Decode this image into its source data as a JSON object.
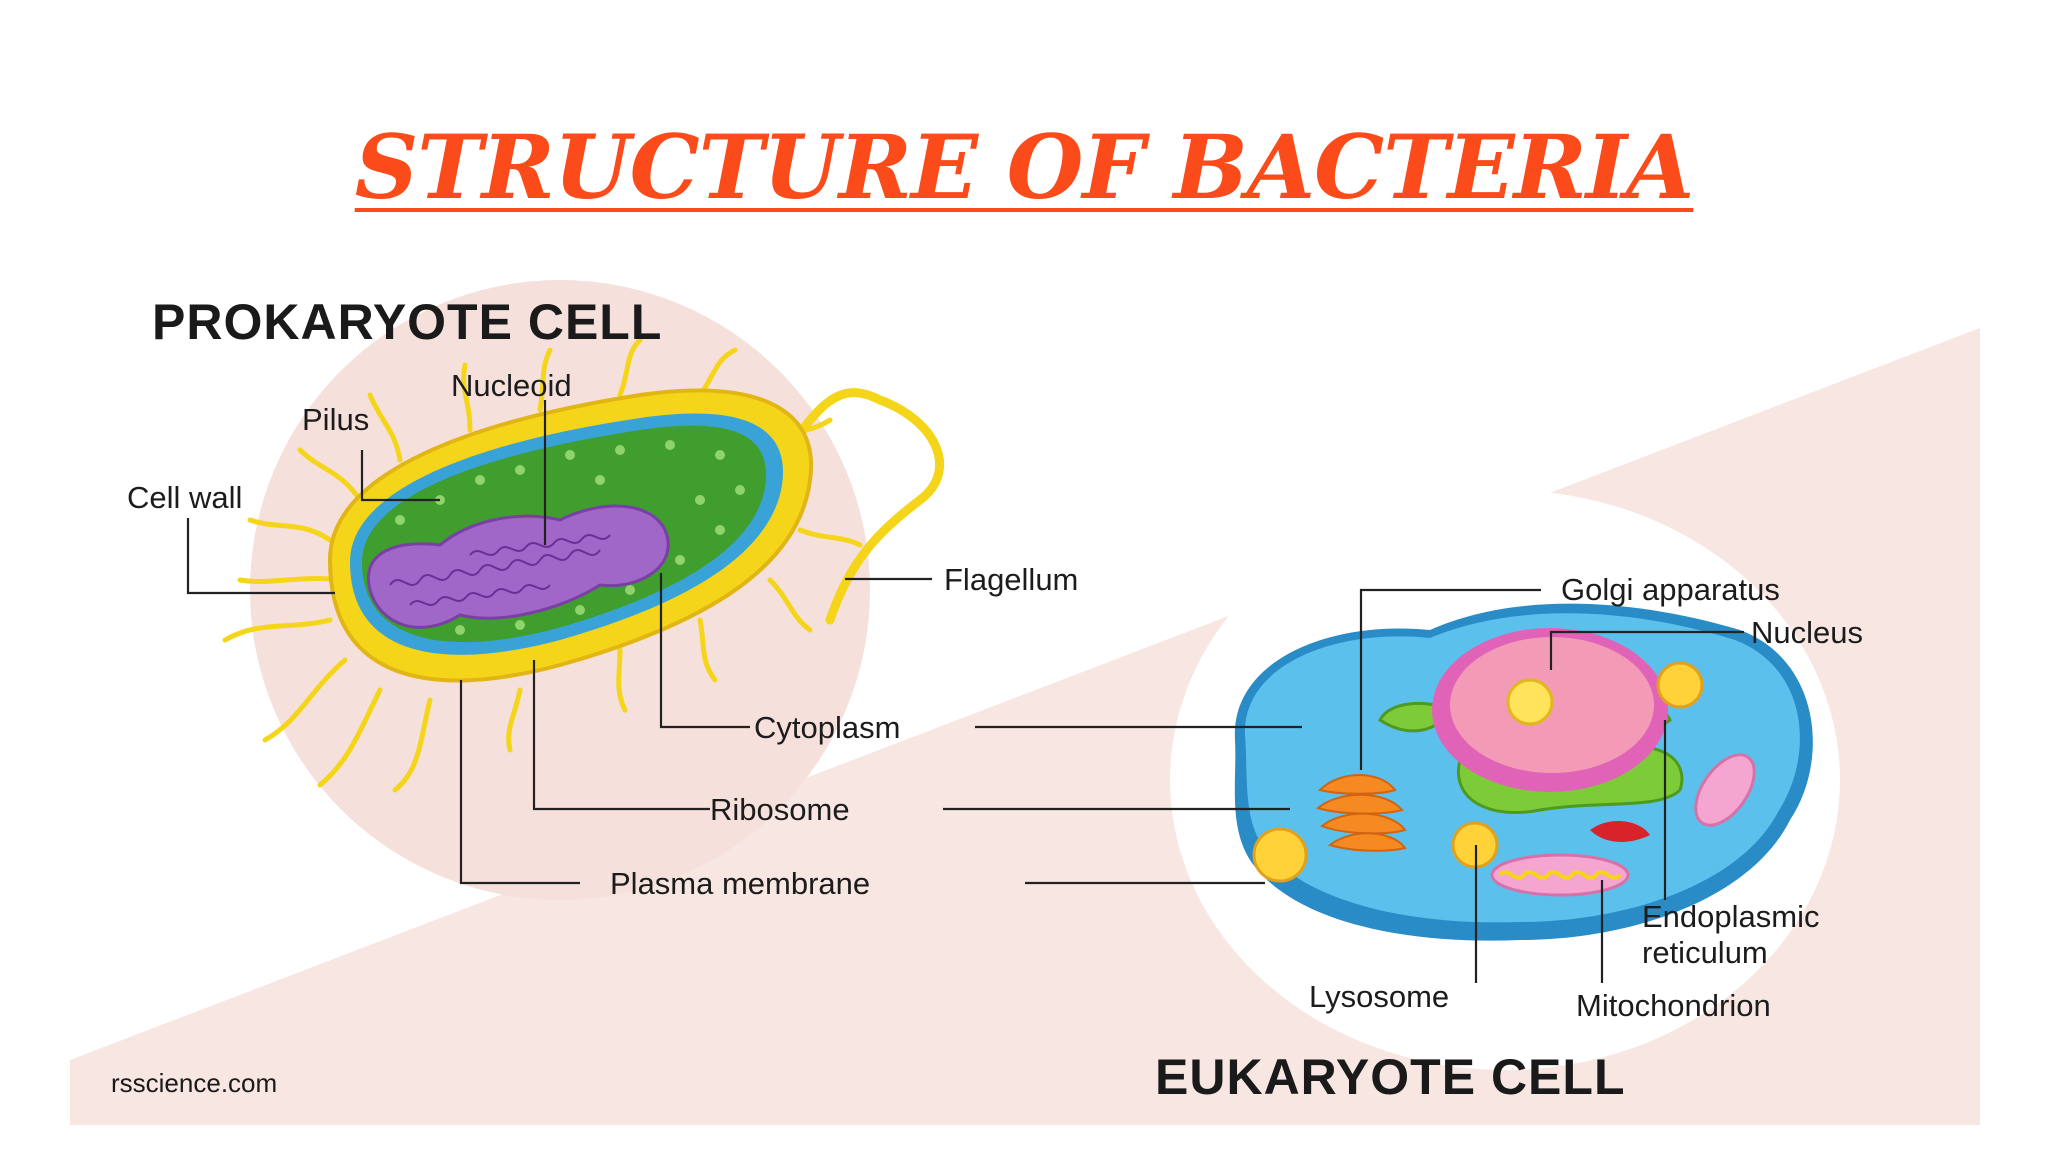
{
  "title": "STRUCTURE OF BACTERIA",
  "prokaryote": {
    "heading": "PROKARYOTE CELL",
    "labels": {
      "nucleoid": "Nucleoid",
      "pilus": "Pilus",
      "cell_wall": "Cell wall",
      "flagellum": "Flagellum",
      "cytoplasm": "Cytoplasm",
      "ribosome": "Ribosome",
      "plasma_membrane": "Plasma membrane"
    }
  },
  "eukaryote": {
    "heading": "EUKARYOTE CELL",
    "labels": {
      "golgi": "Golgi apparatus",
      "nucleus": "Nucleus",
      "er_line1": "Endoplasmic",
      "er_line2": "reticulum",
      "lysosome": "Lysosome",
      "mitochondrion": "Mitochondrion"
    }
  },
  "credit": "rsscience.com",
  "colors": {
    "title": "#fb4b1a",
    "cell_wall": "#f5d51a",
    "cytoplasm": "#3d9c2f",
    "nucleoid": "#9a5fc2",
    "eukaryote_cytoplasm": "#4fb4e3",
    "background_panel": "#f7e8e4"
  }
}
